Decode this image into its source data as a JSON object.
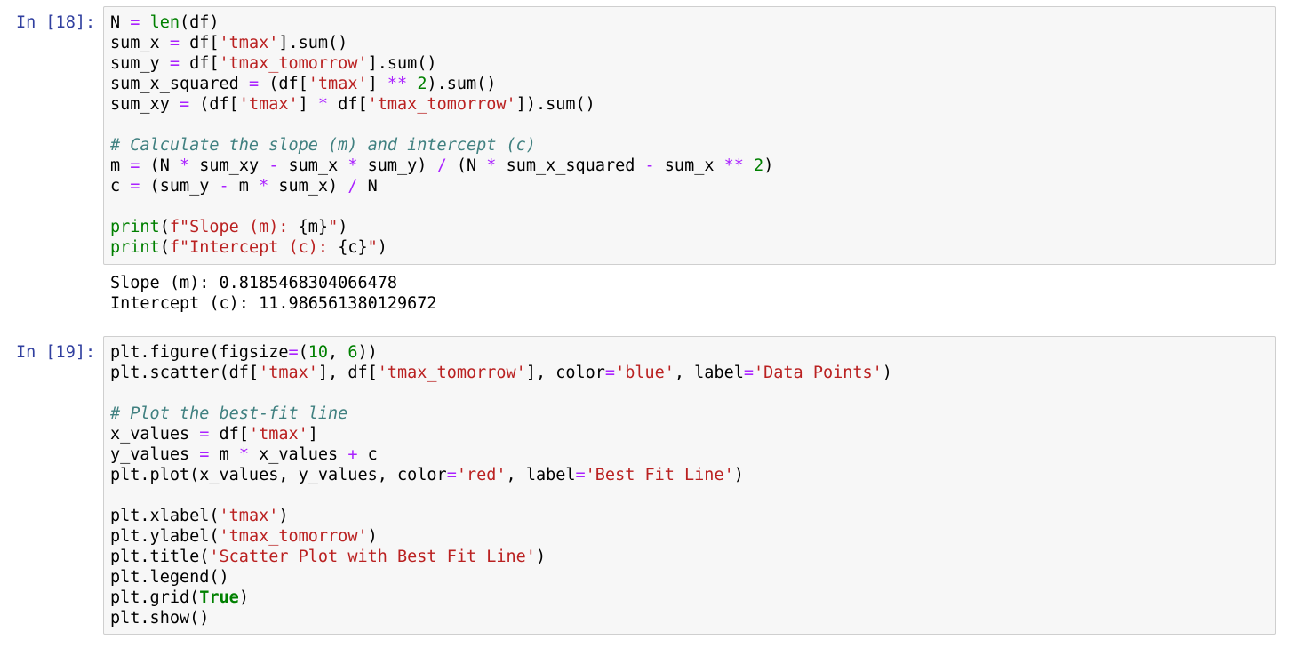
{
  "cells": [
    {
      "prompt": "In [18]:",
      "lines": [
        [
          [
            "n",
            "N "
          ],
          [
            "op",
            "="
          ],
          [
            "n",
            " "
          ],
          [
            "builtin",
            "len"
          ],
          [
            "n",
            "(df)"
          ]
        ],
        [
          [
            "n",
            "sum_x "
          ],
          [
            "op",
            "="
          ],
          [
            "n",
            " df["
          ],
          [
            "str",
            "'tmax'"
          ],
          [
            "n",
            "].sum()"
          ]
        ],
        [
          [
            "n",
            "sum_y "
          ],
          [
            "op",
            "="
          ],
          [
            "n",
            " df["
          ],
          [
            "str",
            "'tmax_tomorrow'"
          ],
          [
            "n",
            "].sum()"
          ]
        ],
        [
          [
            "n",
            "sum_x_squared "
          ],
          [
            "op",
            "="
          ],
          [
            "n",
            " (df["
          ],
          [
            "str",
            "'tmax'"
          ],
          [
            "n",
            "] "
          ],
          [
            "op",
            "**"
          ],
          [
            "n",
            " "
          ],
          [
            "num",
            "2"
          ],
          [
            "n",
            ").sum()"
          ]
        ],
        [
          [
            "n",
            "sum_xy "
          ],
          [
            "op",
            "="
          ],
          [
            "n",
            " (df["
          ],
          [
            "str",
            "'tmax'"
          ],
          [
            "n",
            "] "
          ],
          [
            "op",
            "*"
          ],
          [
            "n",
            " df["
          ],
          [
            "str",
            "'tmax_tomorrow'"
          ],
          [
            "n",
            "]).sum()"
          ]
        ],
        [],
        [
          [
            "comment",
            "# Calculate the slope (m) and intercept (c)"
          ]
        ],
        [
          [
            "n",
            "m "
          ],
          [
            "op",
            "="
          ],
          [
            "n",
            " (N "
          ],
          [
            "op",
            "*"
          ],
          [
            "n",
            " sum_xy "
          ],
          [
            "op",
            "-"
          ],
          [
            "n",
            " sum_x "
          ],
          [
            "op",
            "*"
          ],
          [
            "n",
            " sum_y) "
          ],
          [
            "op",
            "/"
          ],
          [
            "n",
            " (N "
          ],
          [
            "op",
            "*"
          ],
          [
            "n",
            " sum_x_squared "
          ],
          [
            "op",
            "-"
          ],
          [
            "n",
            " sum_x "
          ],
          [
            "op",
            "**"
          ],
          [
            "n",
            " "
          ],
          [
            "num",
            "2"
          ],
          [
            "n",
            ")"
          ]
        ],
        [
          [
            "n",
            "c "
          ],
          [
            "op",
            "="
          ],
          [
            "n",
            " (sum_y "
          ],
          [
            "op",
            "-"
          ],
          [
            "n",
            " m "
          ],
          [
            "op",
            "*"
          ],
          [
            "n",
            " sum_x) "
          ],
          [
            "op",
            "/"
          ],
          [
            "n",
            " N"
          ]
        ],
        [],
        [
          [
            "builtin",
            "print"
          ],
          [
            "n",
            "("
          ],
          [
            "str",
            "f\"Slope (m): "
          ],
          [
            "interp",
            "{m}"
          ],
          [
            "str",
            "\""
          ],
          [
            "n",
            ")"
          ]
        ],
        [
          [
            "builtin",
            "print"
          ],
          [
            "n",
            "("
          ],
          [
            "str",
            "f\"Intercept (c): "
          ],
          [
            "interp",
            "{c}"
          ],
          [
            "str",
            "\""
          ],
          [
            "n",
            ")"
          ]
        ]
      ],
      "output": [
        "Slope (m): 0.8185468304066478",
        "Intercept (c): 11.986561380129672"
      ]
    },
    {
      "prompt": "In [19]:",
      "lines": [
        [
          [
            "n",
            "plt.figure(figsize"
          ],
          [
            "op",
            "="
          ],
          [
            "n",
            "("
          ],
          [
            "num",
            "10"
          ],
          [
            "n",
            ", "
          ],
          [
            "num",
            "6"
          ],
          [
            "n",
            "))"
          ]
        ],
        [
          [
            "n",
            "plt.scatter(df["
          ],
          [
            "str",
            "'tmax'"
          ],
          [
            "n",
            "], df["
          ],
          [
            "str",
            "'tmax_tomorrow'"
          ],
          [
            "n",
            "], color"
          ],
          [
            "op",
            "="
          ],
          [
            "str",
            "'blue'"
          ],
          [
            "n",
            ", label"
          ],
          [
            "op",
            "="
          ],
          [
            "str",
            "'Data Points'"
          ],
          [
            "n",
            ")"
          ]
        ],
        [],
        [
          [
            "comment",
            "# Plot the best-fit line"
          ]
        ],
        [
          [
            "n",
            "x_values "
          ],
          [
            "op",
            "="
          ],
          [
            "n",
            " df["
          ],
          [
            "str",
            "'tmax'"
          ],
          [
            "n",
            "]"
          ]
        ],
        [
          [
            "n",
            "y_values "
          ],
          [
            "op",
            "="
          ],
          [
            "n",
            " m "
          ],
          [
            "op",
            "*"
          ],
          [
            "n",
            " x_values "
          ],
          [
            "op",
            "+"
          ],
          [
            "n",
            " c"
          ]
        ],
        [
          [
            "n",
            "plt.plot(x_values, y_values, color"
          ],
          [
            "op",
            "="
          ],
          [
            "str",
            "'red'"
          ],
          [
            "n",
            ", label"
          ],
          [
            "op",
            "="
          ],
          [
            "str",
            "'Best Fit Line'"
          ],
          [
            "n",
            ")"
          ]
        ],
        [],
        [
          [
            "n",
            "plt.xlabel("
          ],
          [
            "str",
            "'tmax'"
          ],
          [
            "n",
            ")"
          ]
        ],
        [
          [
            "n",
            "plt.ylabel("
          ],
          [
            "str",
            "'tmax_tomorrow'"
          ],
          [
            "n",
            ")"
          ]
        ],
        [
          [
            "n",
            "plt.title("
          ],
          [
            "str",
            "'Scatter Plot with Best Fit Line'"
          ],
          [
            "n",
            ")"
          ]
        ],
        [
          [
            "n",
            "plt.legend()"
          ]
        ],
        [
          [
            "n",
            "plt.grid("
          ],
          [
            "kw",
            "True"
          ],
          [
            "n",
            ")"
          ]
        ],
        [
          [
            "n",
            "plt.show()"
          ]
        ]
      ],
      "output": []
    }
  ],
  "colors": {
    "prompt": "#303f9f",
    "cell_bg": "#f7f7f7",
    "cell_border": "#cfcfcf",
    "string": "#ba2121",
    "number": "#008000",
    "builtin": "#008000",
    "keyword": "#008000",
    "operator": "#aa22ff",
    "comment": "#408080"
  }
}
